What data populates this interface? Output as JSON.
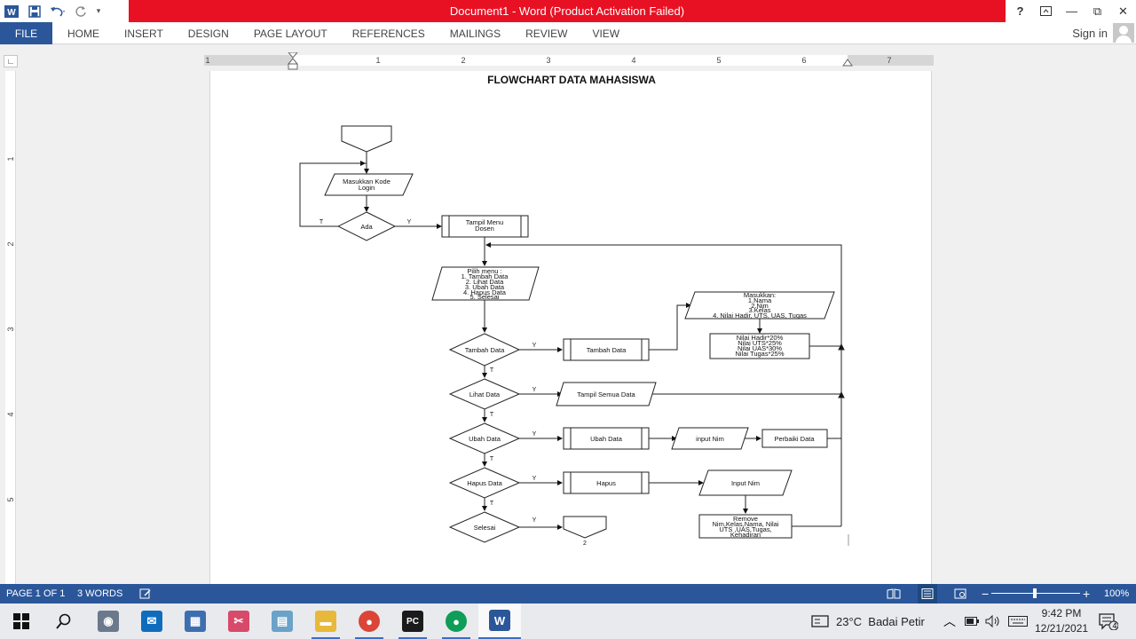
{
  "window": {
    "title": "Document1 - Word (Product Activation Failed)",
    "help_glyph": "?",
    "restore_glyph": "⧉",
    "minimize_glyph": "—",
    "close_glyph": "✕"
  },
  "ribbon": {
    "file_label": "FILE",
    "tabs": [
      "HOME",
      "INSERT",
      "DESIGN",
      "PAGE LAYOUT",
      "REFERENCES",
      "MAILINGS",
      "REVIEW",
      "VIEW"
    ],
    "signin_label": "Sign in"
  },
  "ruler": {
    "h_numbers": [
      "1",
      "1",
      "2",
      "3",
      "4",
      "5",
      "6",
      "7"
    ],
    "v_numbers": [
      "1",
      "2",
      "3",
      "4",
      "5"
    ]
  },
  "document": {
    "title": "FLOWCHART DATA MAHASISWA",
    "flowchart": {
      "login": [
        "Masukkan Kode",
        "Login"
      ],
      "ada": "Ada",
      "menu_dosen": [
        "Tampil Menu",
        "Dosen"
      ],
      "pilih_menu": [
        "Pilih menu :",
        "1. Tambah Data",
        "2. Lihat Data",
        "3. Ubah Data",
        "4. Hapus Data",
        "5. Selesai"
      ],
      "masukkan": [
        "Masukkan:",
        "1.Nama",
        "2.Nim",
        "3.Kelas",
        "4. Nilai Hadir, UTS, UAS, Tugas"
      ],
      "nilai": [
        "Nilai Hadir*20%",
        "Nilai UTS*25%",
        "Nilai UAS*30%",
        "Nilai Tugas*25%"
      ],
      "tambah_data_dec": "Tambah Data",
      "tambah_data_proc": "Tambah Data",
      "lihat_data_dec": "Lihat Data",
      "tampil_semua": "Tampil Semua Data",
      "ubah_data_dec": "Ubah Data",
      "ubah_data_proc": "Ubah Data",
      "input_nim_1": "input Nim",
      "perbaiki": "Perbaiki Data",
      "hapus_data_dec": "Hapus Data",
      "hapus_proc": "Hapus",
      "input_nim_2": "Input Nim",
      "remove": [
        "Remove",
        "Nim,Kelas,Nama, Nilai",
        "UTS ,UAS,Tugas,",
        "Kehadiran"
      ],
      "selesai": "Selesai",
      "offpage_num": "2",
      "yes": "Y",
      "no": "T"
    }
  },
  "status": {
    "page": "PAGE 1 OF 1",
    "words": "3 WORDS",
    "zoom": "100%",
    "zoom_minus": "−",
    "zoom_plus": "+"
  },
  "taskbar": {
    "apps": [
      {
        "name": "camera",
        "glyph": "◉",
        "color": "#6a7a8c"
      },
      {
        "name": "mail",
        "glyph": "✉",
        "color": "#0f6cbd"
      },
      {
        "name": "calculator",
        "glyph": "▦",
        "color": "#3d6fb0"
      },
      {
        "name": "snip",
        "glyph": "✂",
        "color": "#d84a6a"
      },
      {
        "name": "notepad",
        "glyph": "▤",
        "color": "#6ba2c8"
      },
      {
        "name": "explorer",
        "glyph": "▬",
        "color": "#e8b83a"
      },
      {
        "name": "chrome",
        "glyph": "●",
        "color": "#db4437"
      },
      {
        "name": "pycharm",
        "glyph": "PC",
        "color": "#1a1a1a"
      },
      {
        "name": "chrome-profile",
        "glyph": "●",
        "color": "#0f9d58"
      },
      {
        "name": "word",
        "glyph": "W",
        "color": "#2b579a"
      }
    ],
    "weather": "23°C  Badai Petir",
    "time": "9:42 PM",
    "date": "12/21/2021",
    "notif_count": "4"
  }
}
